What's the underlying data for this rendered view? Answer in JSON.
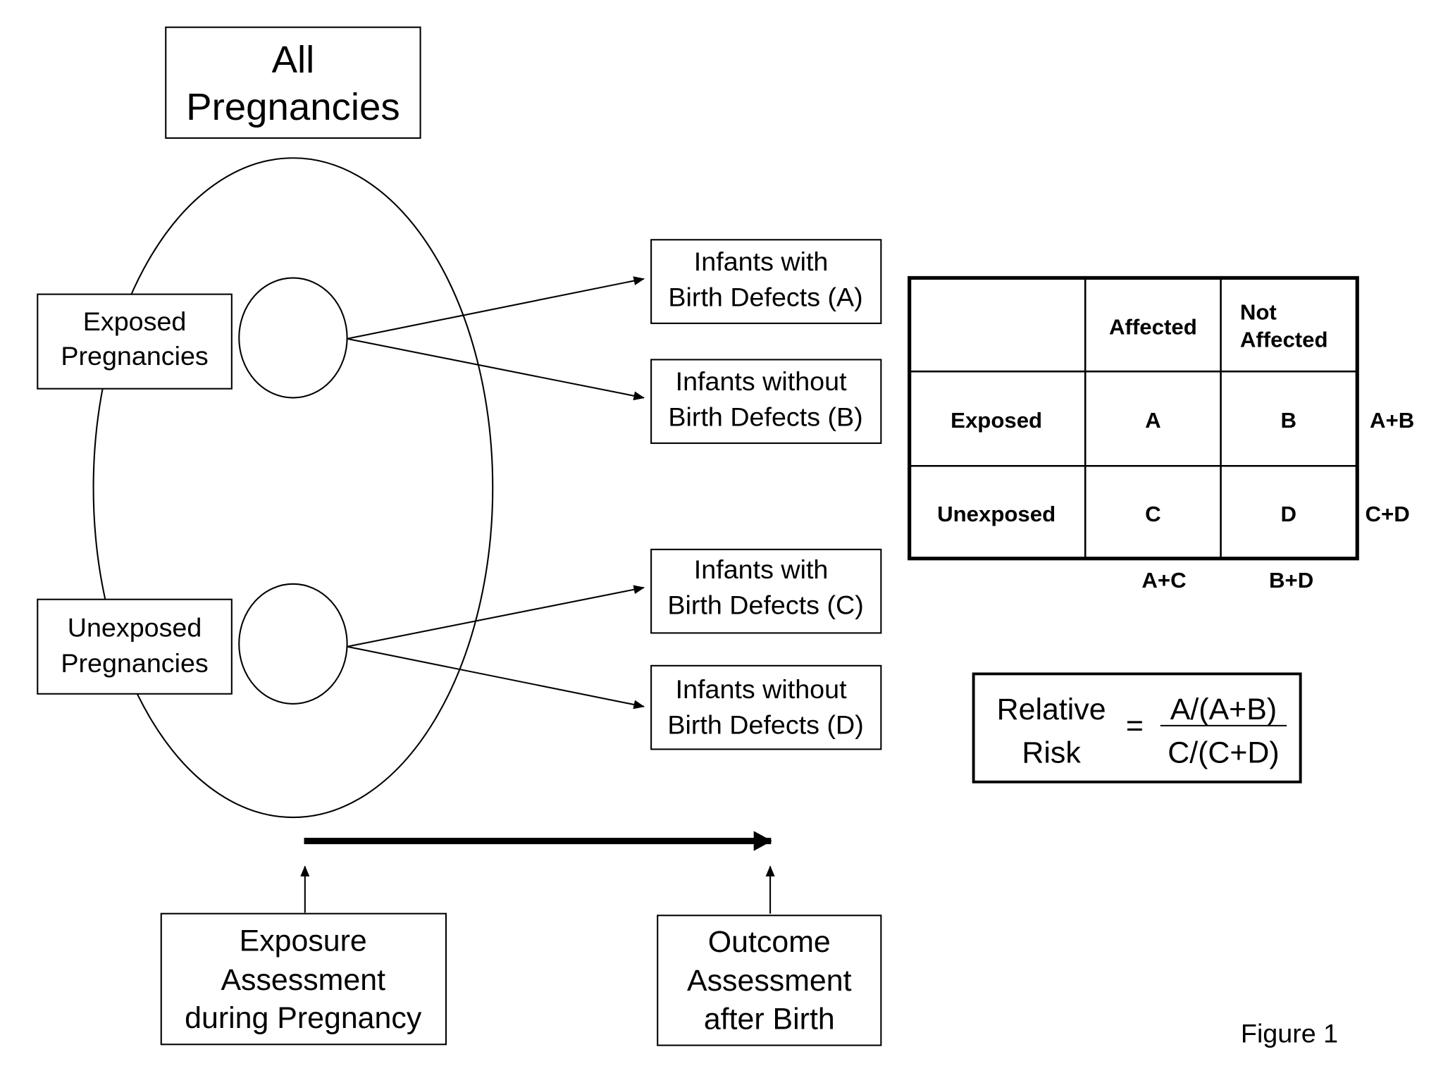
{
  "figure_label": "Figure 1",
  "all_pregnancies": {
    "line1": "All",
    "line2": "Pregnancies"
  },
  "groups": [
    {
      "id": "exposed",
      "line1": "Exposed",
      "line2": "Pregnancies"
    },
    {
      "id": "unexposed",
      "line1": "Unexposed",
      "line2": "Pregnancies"
    }
  ],
  "outcomes": [
    {
      "line1": "Infants with",
      "line2": "Birth Defects (A)"
    },
    {
      "line1": "Infants without",
      "line2": "Birth Defects (B)"
    },
    {
      "line1": "Infants with",
      "line2": "Birth Defects (C)"
    },
    {
      "line1": "Infants without",
      "line2": "Birth Defects (D)"
    }
  ],
  "table": {
    "col_headers": [
      "Affected",
      "Not",
      "Affected"
    ],
    "rows": [
      {
        "label": "Exposed",
        "cells": [
          "A",
          "B"
        ],
        "total": "A+B"
      },
      {
        "label": "Unexposed",
        "cells": [
          "C",
          "D"
        ],
        "total": "C+D"
      }
    ],
    "col_totals": [
      "A+C",
      "B+D"
    ]
  },
  "formula": {
    "lhs_line1": "Relative",
    "lhs_line2": "Risk",
    "equals": "=",
    "numerator": "A/(A+B)",
    "denominator": "C/(C+D)"
  },
  "timeline": {
    "start": {
      "line1": "Exposure",
      "line2": "Assessment",
      "line3": "during Pregnancy"
    },
    "end": {
      "line1": "Outcome",
      "line2": "Assessment",
      "line3": "after Birth"
    }
  }
}
